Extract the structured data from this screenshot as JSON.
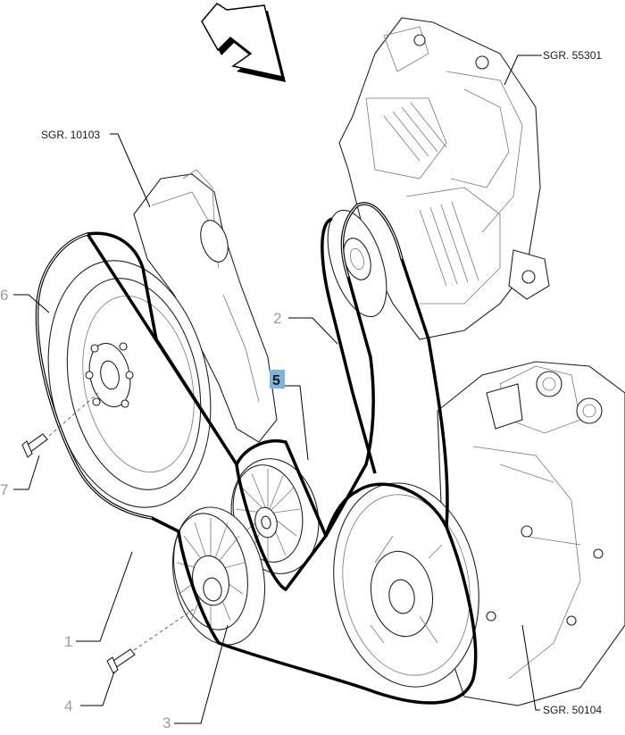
{
  "callouts": {
    "ref_55301": "SGR. 55301",
    "ref_10103": "SGR. 10103",
    "ref_50104": "SGR. 50104",
    "n1": "1",
    "n2": "2",
    "n3": "3",
    "n4": "4",
    "n5": "5",
    "n6": "6",
    "n7": "7"
  },
  "colors": {
    "highlight_box": "#7fb3d9",
    "grey_numbers": "#9a9a9a"
  }
}
